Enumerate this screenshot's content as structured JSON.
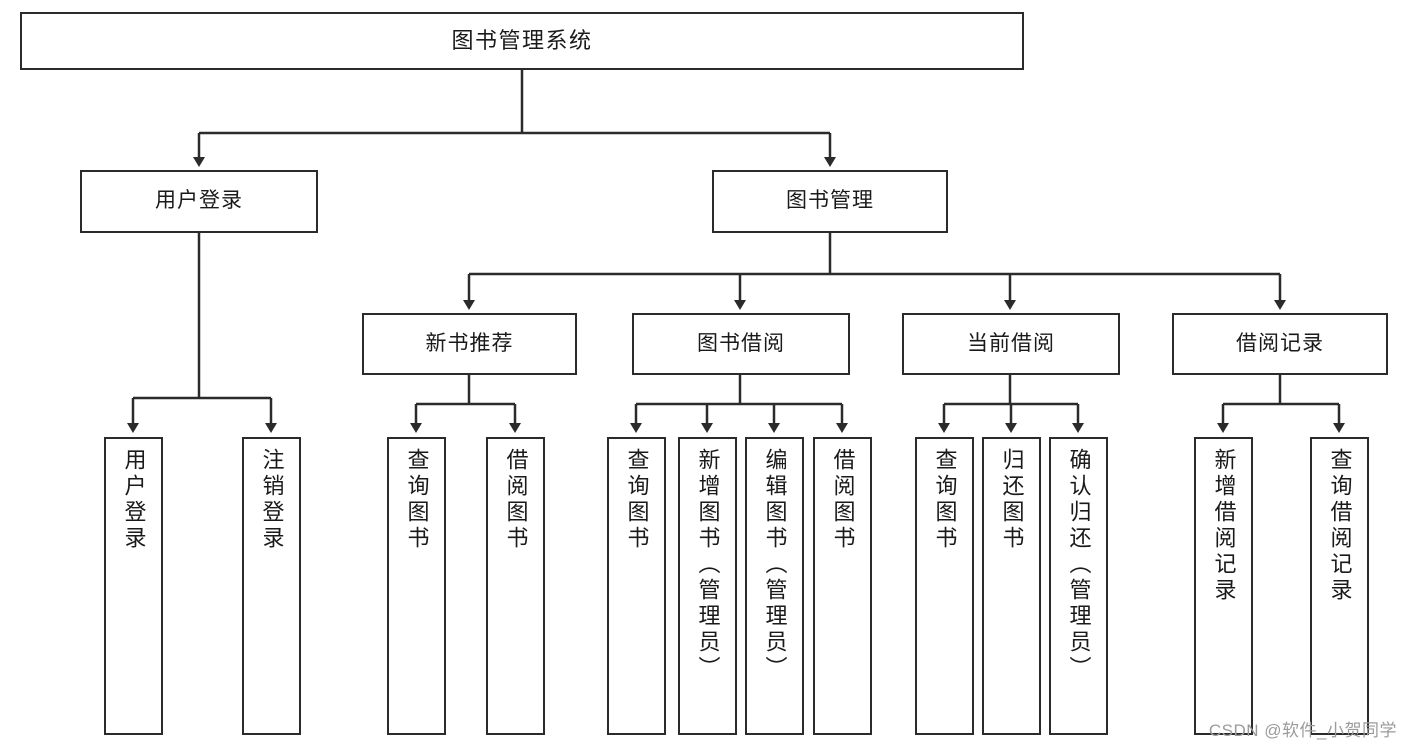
{
  "diagram": {
    "type": "tree",
    "title": "图书管理系统",
    "root": {
      "label": "图书管理系统"
    },
    "level2": [
      {
        "label": "用户登录"
      },
      {
        "label": "图书管理"
      }
    ],
    "level3": [
      {
        "label": "新书推荐"
      },
      {
        "label": "图书借阅"
      },
      {
        "label": "当前借阅"
      },
      {
        "label": "借阅记录"
      }
    ],
    "leaves": {
      "user_login": [
        {
          "label": "用户登录"
        },
        {
          "label": "注销登录"
        }
      ],
      "new_book_recommend": [
        {
          "label": "查询图书"
        },
        {
          "label": "借阅图书"
        }
      ],
      "book_borrow": [
        {
          "label": "查询图书"
        },
        {
          "label": "新增图书（管理员）"
        },
        {
          "label": "编辑图书（管理员）"
        },
        {
          "label": "借阅图书"
        }
      ],
      "current_borrow": [
        {
          "label": "查询图书"
        },
        {
          "label": "归还图书"
        },
        {
          "label": "确认归还（管理员）"
        }
      ],
      "borrow_record": [
        {
          "label": "新增借阅记录"
        },
        {
          "label": "查询借阅记录"
        }
      ]
    }
  },
  "watermark": {
    "text": "CSDN @软件_小贺同学"
  },
  "colors": {
    "border": "#2b2b2b",
    "background": "#ffffff",
    "text": "#1a1a1a",
    "watermark": "#9b9b9b"
  }
}
